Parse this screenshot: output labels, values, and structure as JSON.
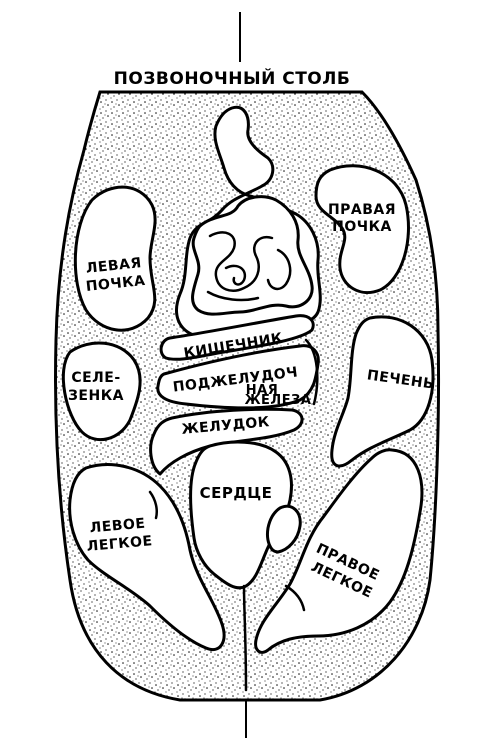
{
  "colors": {
    "ink": "#000000",
    "paper": "#ffffff",
    "stipple": "#000000"
  },
  "labels": {
    "spine": "ПОЗВОНОЧНЫЙ СТОЛБ",
    "left_kidney": [
      "ЛЕВАЯ",
      "ПОЧКА"
    ],
    "right_kidney": [
      "ПРАВАЯ",
      "ПОЧКА"
    ],
    "spleen": [
      "СЕЛЕ-",
      "ЗЕНКА"
    ],
    "liver": "ПЕЧЕНЬ",
    "intestine": "КИШЕЧНИК",
    "pancreas": [
      "ПОДЖЕЛУДОЧ",
      "НАЯ",
      "ЖЕЛЕЗА"
    ],
    "stomach": "ЖЕЛУДОК",
    "heart": "СЕРДЦЕ",
    "left_lung": [
      "ЛЕВОЕ",
      "ЛЕГКОЕ"
    ],
    "right_lung": [
      "ПРАВОЕ",
      "ЛЕГКОЕ"
    ]
  }
}
